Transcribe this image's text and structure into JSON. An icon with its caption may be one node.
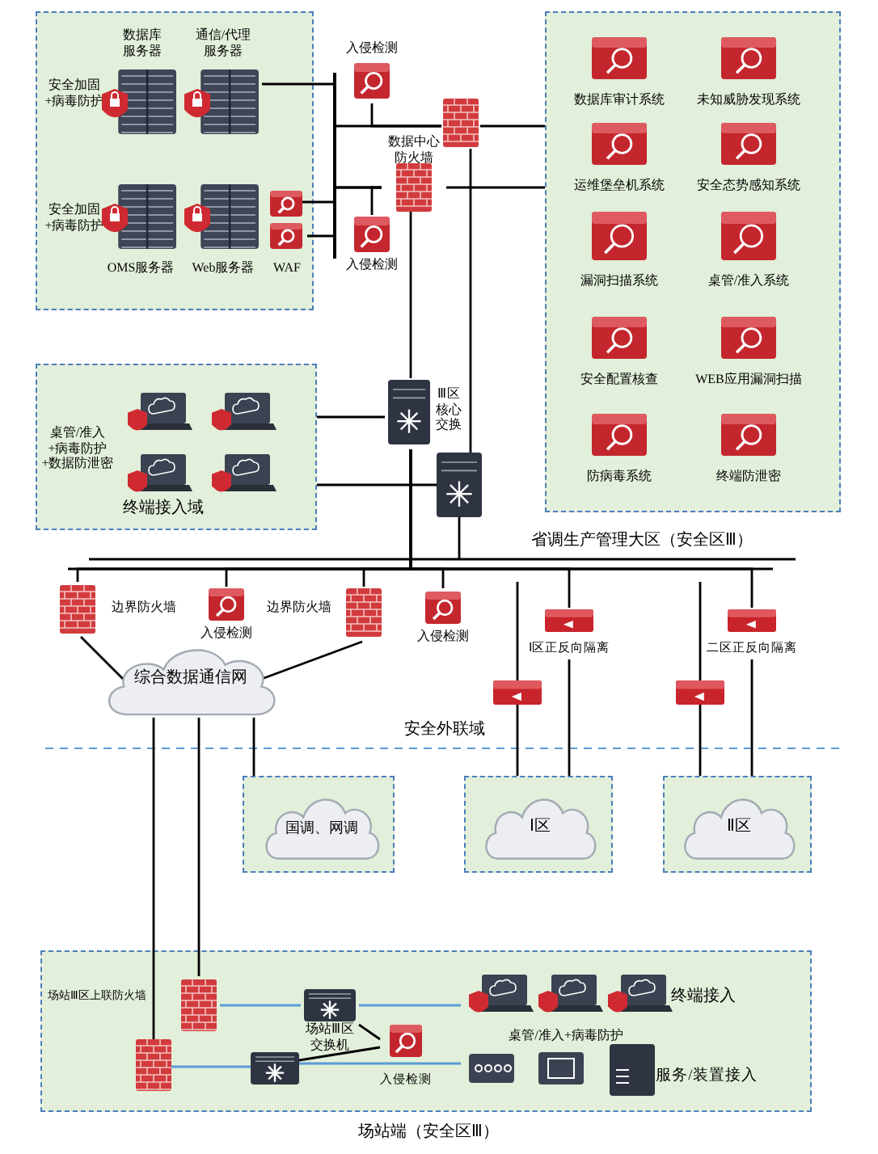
{
  "diagram": {
    "nodes": [
      {
        "text": [
          "安全加固+病毒防护",
          "安全加固+病毒防护"
        ]
      },
      {
        "text": [
          "数据库服务器"
        ],
        "in": 0
      },
      {
        "text": [
          "通信/代理服务器"
        ],
        "in": 0
      },
      {
        "text": [
          "OMS服务器"
        ],
        "in": 0
      },
      {
        "text": [
          "Web服务器"
        ],
        "in": 0
      },
      {
        "text": [],
        "shape": "picture",
        "in": 0
      },
      {
        "text": [
          "WAF"
        ],
        "in": 0
      },
      {
        "text": [
          "入侵检测"
        ]
      },
      {
        "text": [
          "入侵检测"
        ]
      },
      {
        "text": [
          "数据中心防火墙"
        ]
      },
      {
        "text": [],
        "shape": "picture"
      },
      {
        "text": [],
        "shape": "box"
      },
      {
        "text": [
          "数据库审计系统"
        ],
        "in": 11
      },
      {
        "text": [
          "未知威胁发现系统"
        ],
        "in": 11
      },
      {
        "text": [
          "运维堡垒机系统"
        ],
        "in": 11
      },
      {
        "text": [
          "安全态势感知系统"
        ],
        "in": 11
      },
      {
        "text": [
          "漏洞扫描系统"
        ],
        "in": 11
      },
      {
        "text": [
          "桌管/准入系统"
        ],
        "in": 11
      },
      {
        "text": [
          "安全配置核查"
        ],
        "in": 11
      },
      {
        "text": [
          "WEB应用漏洞扫描"
        ],
        "in": 11
      },
      {
        "text": [
          "防病毒系统"
        ],
        "in": 11
      },
      {
        "text": [
          "终端防泄密"
        ],
        "in": 11
      },
      {
        "text": [
          "桌管/准入+病毒防护+数据防泄密",
          "终端接入域"
        ]
      },
      {
        "text": [
          "Ⅲ区核心交换"
        ]
      },
      {
        "text": [],
        "shape": "picture"
      },
      {
        "text": [
          "边界防火墙"
        ]
      },
      {
        "text": [
          "入侵检测"
        ]
      },
      {
        "text": [
          "边界防火墙"
        ]
      },
      {
        "text": [
          "入侵检测"
        ]
      },
      {
        "text": [
          "Ⅰ区正反向隔离"
        ]
      },
      {
        "text": [],
        "shape": "picture"
      },
      {
        "text": [
          "二区正反向隔离"
        ]
      },
      {
        "text": [],
        "shape": "picture"
      },
      {
        "text": [
          "综合数据通信网"
        ]
      },
      {
        "text": [],
        "shape": "box"
      },
      {
        "text": [
          "国调、网调"
        ],
        "in": 34
      },
      {
        "text": [],
        "shape": "box"
      },
      {
        "text": [
          "Ⅰ区"
        ],
        "in": 36
      },
      {
        "text": [],
        "shape": "box"
      },
      {
        "text": [
          "Ⅱ区"
        ],
        "in": 38
      },
      {
        "text": [
          "场站端（安全区Ⅲ）"
        ]
      },
      {
        "text": [
          "场站Ⅲ区上联防火墙"
        ],
        "in": 40
      },
      {
        "text": [],
        "shape": "picture",
        "in": 40
      },
      {
        "text": [
          "场站Ⅲ区交换机"
        ],
        "in": 40
      },
      {
        "text": [],
        "shape": "picture",
        "in": 40
      },
      {
        "text": [
          "入侵检测"
        ],
        "in": 40
      },
      {
        "text": [
          "终端接入",
          "桌管/准入+病毒防护"
        ],
        "in": 40
      },
      {
        "text": [
          "服务/装置接入"
        ],
        "in": 40
      }
    ],
    "edges": [
      {
        "from": 2,
        "to": 10,
        "arrow": "none"
      },
      {
        "from": 7,
        "to": 10,
        "arrow": "none"
      },
      {
        "from": 5,
        "to": 9,
        "arrow": "none"
      },
      {
        "from": 6,
        "to": 9,
        "arrow": "none"
      },
      {
        "from": 8,
        "to": 9,
        "arrow": "none"
      },
      {
        "from": 10,
        "to": 11,
        "arrow": "none"
      },
      {
        "from": 9,
        "to": 11,
        "arrow": "none"
      },
      {
        "from": 9,
        "to": 23,
        "arrow": "none"
      },
      {
        "from": 10,
        "to": 24,
        "arrow": "none"
      },
      {
        "from": 22,
        "to": 23,
        "arrow": "none"
      },
      {
        "from": 22,
        "to": 24,
        "arrow": "none"
      },
      {
        "from": 23,
        "to": 25,
        "arrow": "none"
      },
      {
        "from": 23,
        "to": 26,
        "arrow": "none"
      },
      {
        "from": 23,
        "to": 27,
        "arrow": "none"
      },
      {
        "from": 23,
        "to": 28,
        "arrow": "none"
      },
      {
        "from": 23,
        "to": 29,
        "arrow": "none"
      },
      {
        "from": 23,
        "to": 31,
        "arrow": "none"
      },
      {
        "from": 24,
        "to": null,
        "arrow": "none"
      },
      {
        "from": 25,
        "to": 33,
        "arrow": "none"
      },
      {
        "from": 27,
        "to": 33,
        "arrow": "none"
      },
      {
        "from": 33,
        "to": 34,
        "arrow": "none"
      },
      {
        "from": null,
        "to": 30,
        "arrow": "none"
      },
      {
        "from": 30,
        "to": 36,
        "arrow": "none"
      },
      {
        "from": 29,
        "to": 36,
        "arrow": "none"
      },
      {
        "from": null,
        "to": 32,
        "arrow": "none"
      },
      {
        "from": 32,
        "to": 38,
        "arrow": "none"
      },
      {
        "from": 31,
        "to": 38,
        "arrow": "none"
      },
      {
        "from": 33,
        "to": 41,
        "arrow": "none"
      },
      {
        "from": 33,
        "to": 42,
        "arrow": "none"
      },
      {
        "from": 41,
        "to": 43,
        "arrow": "none",
        "color": "#5b9bd5"
      },
      {
        "from": 43,
        "to": 46,
        "arrow": "none",
        "color": "#5b9bd5"
      },
      {
        "from": 43,
        "to": 45,
        "arrow": "none"
      },
      {
        "from": 42,
        "to": 44,
        "arrow": "none",
        "color": "#5b9bd5"
      },
      {
        "from": 44,
        "to": 45,
        "arrow": "none"
      },
      {
        "from": 44,
        "to": 47,
        "arrow": "none",
        "color": "#5b9bd5"
      }
    ],
    "labels": [
      "省调生产管理大区（安全区Ⅲ）",
      "安全外联域"
    ]
  }
}
